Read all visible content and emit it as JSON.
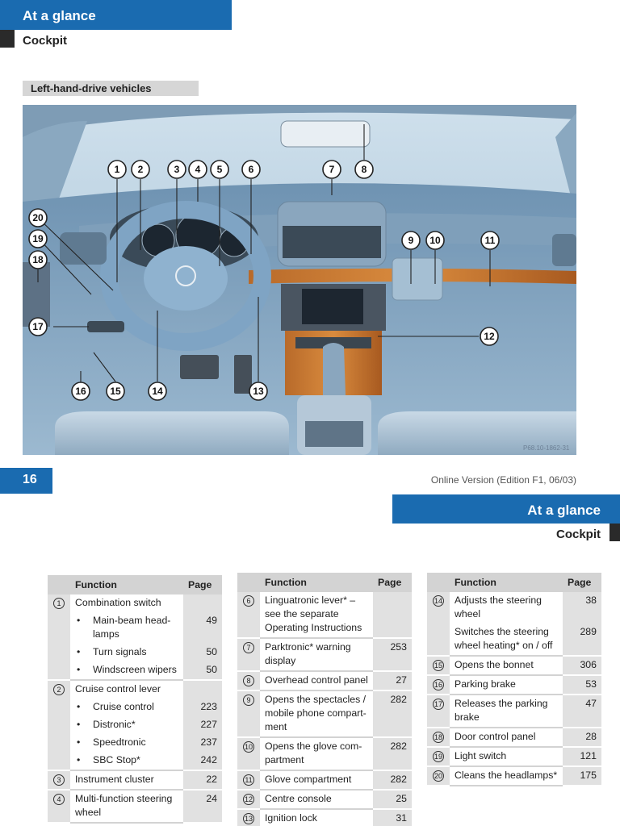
{
  "header": {
    "top_title": "At a glance",
    "section": "Cockpit",
    "subheading": "Left-hand-drive vehicles"
  },
  "figure": {
    "photo_code": "P68.10-1862-31",
    "callouts": [
      "1",
      "2",
      "3",
      "4",
      "5",
      "6",
      "7",
      "8",
      "9",
      "10",
      "11",
      "12",
      "13",
      "14",
      "15",
      "16",
      "17",
      "18",
      "19",
      "20"
    ]
  },
  "footer": {
    "page_number": "16",
    "online_version": "Online Version (Edition F1, 06/03)"
  },
  "right_header": {
    "title": "At a glance",
    "section": "Cockpit"
  },
  "table_headers": {
    "function": "Function",
    "page": "Page"
  },
  "colors": {
    "accent_blue": "#1a6bb0",
    "table_header": "#d3d3d3"
  },
  "tables": [
    {
      "rows": [
        {
          "num": "1",
          "function": "Combination switch",
          "page": ""
        },
        {
          "num": "",
          "bullet": "•",
          "function": "Main-beam head-lamps",
          "page": "49"
        },
        {
          "num": "",
          "bullet": "•",
          "function": "Turn signals",
          "page": "50"
        },
        {
          "num": "",
          "bullet": "•",
          "function": "Windscreen wipers",
          "page": "50"
        },
        {
          "num": "2",
          "function": "Cruise control lever",
          "page": ""
        },
        {
          "num": "",
          "bullet": "•",
          "function": "Cruise control",
          "page": "223"
        },
        {
          "num": "",
          "bullet": "•",
          "function": "Distronic*",
          "page": "227"
        },
        {
          "num": "",
          "bullet": "•",
          "function": "Speedtronic",
          "page": "237"
        },
        {
          "num": "",
          "bullet": "•",
          "function": "SBC Stop*",
          "page": "242"
        },
        {
          "num": "3",
          "function": "Instrument cluster",
          "page": "22"
        },
        {
          "num": "4",
          "function": "Multi-function steering wheel",
          "page": "24"
        }
      ]
    },
    {
      "rows": [
        {
          "num": "6",
          "function": "Linguatronic lever* – see the separate Operating Instructions",
          "page": ""
        },
        {
          "num": "7",
          "function": "Parktronic* warning display",
          "page": "253"
        },
        {
          "num": "8",
          "function": "Overhead control panel",
          "page": "27"
        },
        {
          "num": "9",
          "function": "Opens the spectacles / mobile phone compart-ment",
          "page": "282"
        },
        {
          "num": "10",
          "function": "Opens the glove com-partment",
          "page": "282"
        },
        {
          "num": "11",
          "function": "Glove compartment",
          "page": "282"
        },
        {
          "num": "12",
          "function": "Centre console",
          "page": "25"
        },
        {
          "num": "13",
          "function": "Ignition lock",
          "page": "31"
        }
      ]
    },
    {
      "rows": [
        {
          "num": "14",
          "function": "Adjusts the steering wheel",
          "page": "38"
        },
        {
          "num": "",
          "function": "Switches the steering wheel heating* on / off",
          "page": "289"
        },
        {
          "num": "15",
          "function": "Opens the bonnet",
          "page": "306"
        },
        {
          "num": "16",
          "function": "Parking brake",
          "page": "53"
        },
        {
          "num": "17",
          "function": "Releases the parking brake",
          "page": "47"
        },
        {
          "num": "18",
          "function": "Door control panel",
          "page": "28"
        },
        {
          "num": "19",
          "function": "Light switch",
          "page": "121"
        },
        {
          "num": "20",
          "function": "Cleans the headlamps*",
          "page": "175"
        }
      ]
    }
  ]
}
